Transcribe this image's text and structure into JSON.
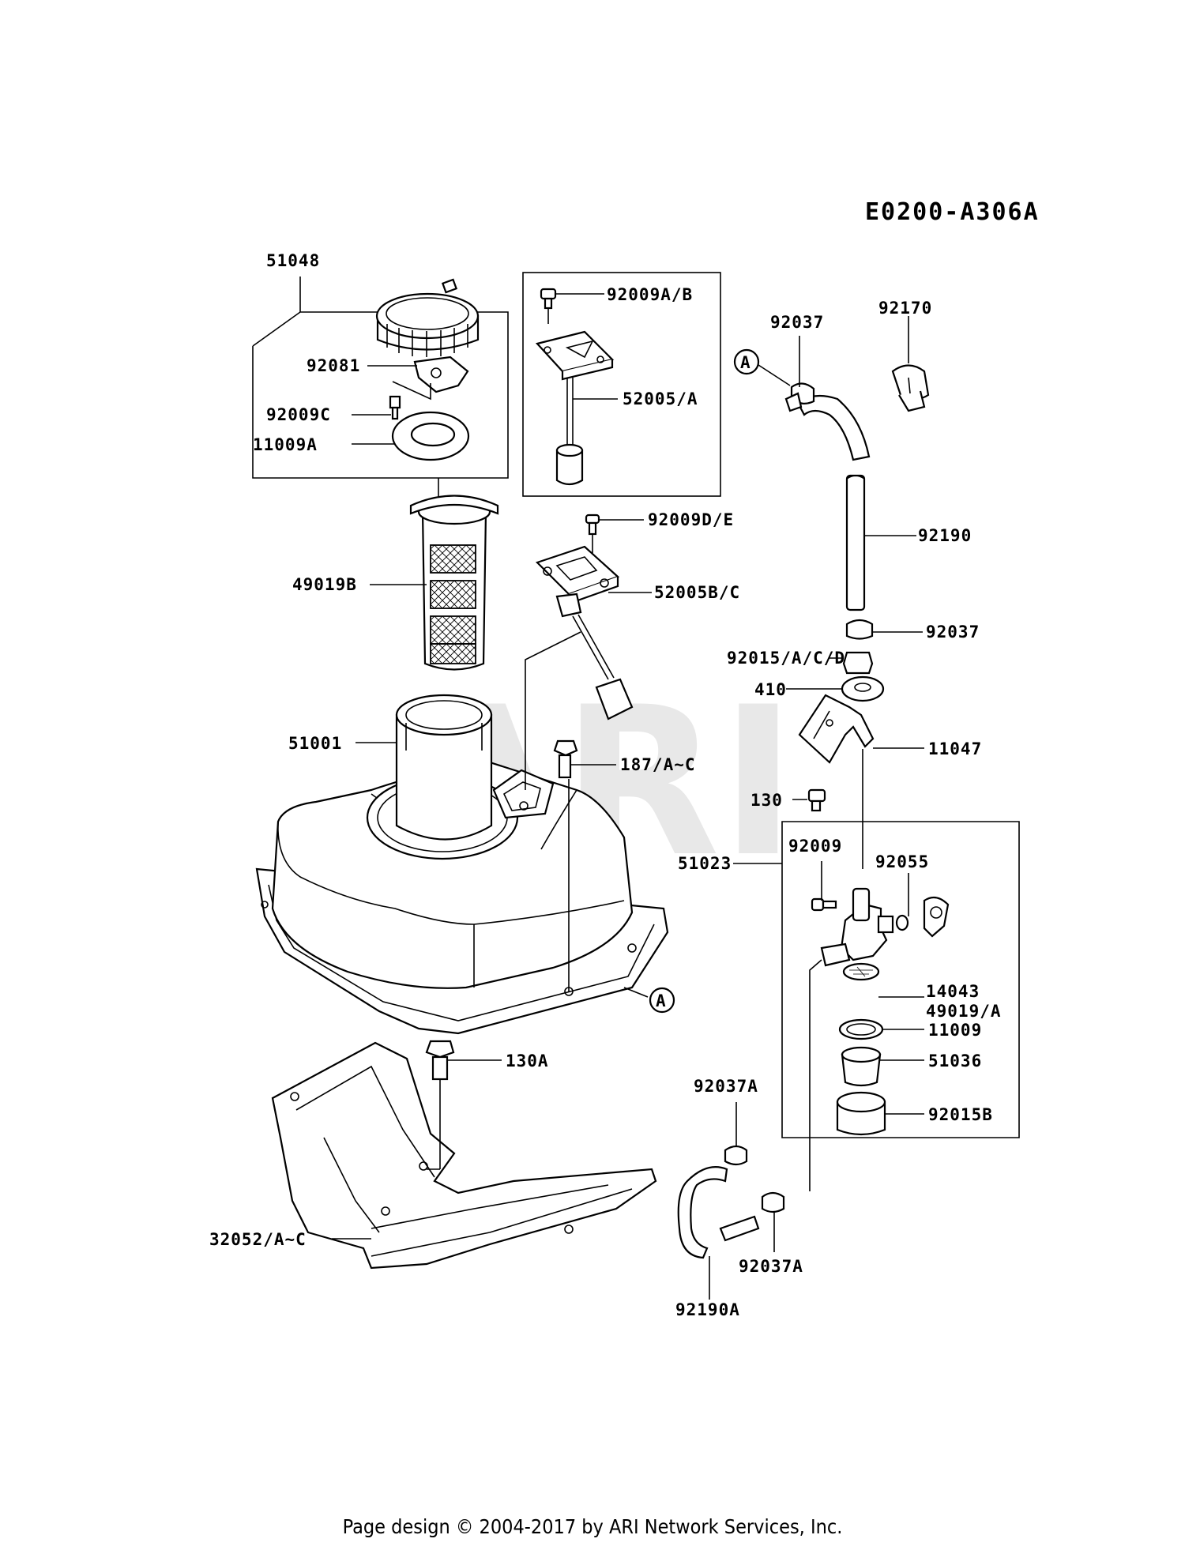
{
  "diagram_code": "E0200-A306A",
  "watermark": "ARI",
  "footer": "Page design © 2004-2017 by ARI Network Services, Inc.",
  "callout_marker": "A",
  "labels": {
    "l51048": "51048",
    "l92081": "92081",
    "l92009C": "92009C",
    "l11009A": "11009A",
    "l49019B": "49019B",
    "l51001": "51001",
    "l92009AB": "92009A/B",
    "l52005A": "52005/A",
    "l92009DE": "92009D/E",
    "l52005BC": "52005B/C",
    "l187": "187/A~C",
    "l92037top": "92037",
    "l92170": "92170",
    "l92190": "92190",
    "l92037mid": "92037",
    "l92015": "92015/A/C/D",
    "l410": "410",
    "l11047": "11047",
    "l130": "130",
    "l51023": "51023",
    "l92009": "92009",
    "l92055": "92055",
    "l14043": "14043",
    "l49019A": "49019/A",
    "l11009": "11009",
    "l51036": "51036",
    "l92015B": "92015B",
    "l130A": "130A",
    "l32052": "32052/A~C",
    "l92037A1": "92037A",
    "l92037A2": "92037A",
    "l92190A": "92190A"
  }
}
